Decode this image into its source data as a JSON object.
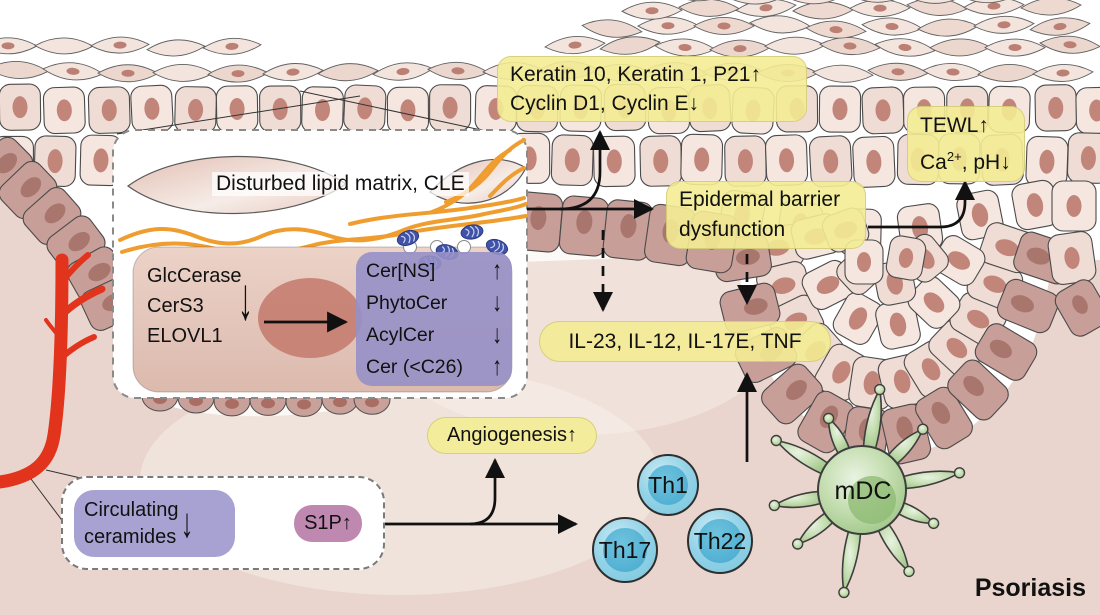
{
  "figure": {
    "caption": "Psoriasis"
  },
  "colors": {
    "box_yellow": "#f3ec94",
    "box_purple": "#a7a2d2",
    "box_pink": "#bf88b0",
    "th_cell_blue": "#7fcbe3",
    "mdc_green": "#a9cf92",
    "vessel_red": "#e2331d",
    "dermis": "#e9d5cd",
    "lipid_orange": "#ef9d2e"
  },
  "boxes": {
    "keratin": {
      "line1": "Keratin 10, Keratin 1, P21↑",
      "line2": "Cyclin D1, Cyclin E↓"
    },
    "tewl": {
      "line1": "TEWL↑",
      "ca": "Ca",
      "ca_sup": "2+",
      "rest": ", pH↓"
    },
    "barrier": {
      "line1": "Epidermal barrier",
      "line2": "dysfunction"
    },
    "cytokines": {
      "label": "IL-23, IL-12, IL-17E, TNF"
    },
    "angiogenesis": {
      "label": "Angiogenesis↑"
    },
    "circulating": {
      "line1": "Circulating",
      "line2": "ceramides",
      "arrow": "↓"
    },
    "s1p": {
      "label": "S1P↑"
    }
  },
  "inset": {
    "lipid_label": "Disturbed lipid matrix, CLE",
    "enzymes": [
      "GlcCerase",
      "CerS3",
      "ELOVL1"
    ],
    "enzyme_arrow": "↓",
    "ceramides": [
      {
        "t": "Cer[NS]",
        "a": "↑"
      },
      {
        "t": "PhytoCer",
        "a": "↓"
      },
      {
        "t": "AcylCer",
        "a": "↓"
      },
      {
        "t": "Cer (<C26)",
        "a": "↑"
      }
    ]
  },
  "immune_cells": {
    "th1": "Th1",
    "th17": "Th17",
    "th22": "Th22",
    "mdc": "mDC"
  }
}
